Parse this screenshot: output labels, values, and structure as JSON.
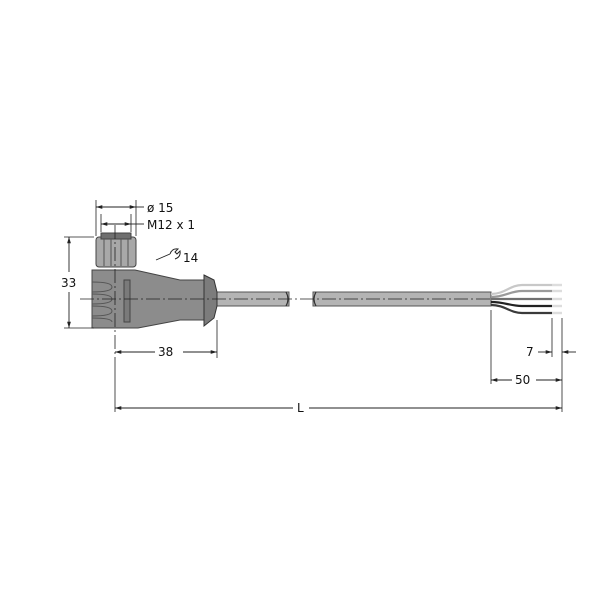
{
  "drawing": {
    "type": "cable connector dimensional drawing",
    "connector": "M12 angled female connector with open-ended cable",
    "colors": {
      "body": "#8c8c8c",
      "body_dark": "#6f6f6f",
      "nut": "#a8a8a8",
      "cable": "#b4b4b4",
      "line": "#222222"
    },
    "dimensions": {
      "diameter": "ø 15",
      "thread": "M12 x 1",
      "wrench": "14",
      "height": "33",
      "body_length": "38",
      "strip_length": "7",
      "jacket_strip": "50",
      "total_length": "L"
    },
    "wires": 5
  }
}
